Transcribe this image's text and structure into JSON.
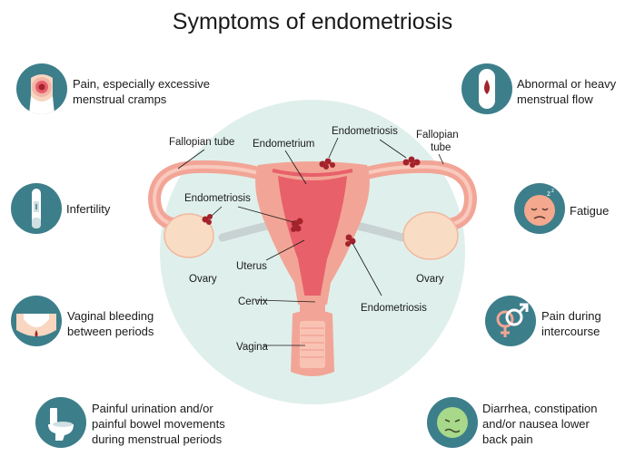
{
  "title": "Symptoms of endometriosis",
  "colors": {
    "icon_background": "#3d7e8b",
    "circle_background": "#dff0ec",
    "organ": "#f2a596",
    "organ_inner": "#e8606a",
    "ovary": "#f8dcc4",
    "lesion": "#a3232b"
  },
  "symptoms": {
    "pain": {
      "icon": "abdomen-pain-icon",
      "lines": [
        "Pain, especially excessive",
        "menstrual cramps"
      ]
    },
    "infertility": {
      "icon": "pregnancy-test-icon",
      "lines": [
        "Infertility"
      ]
    },
    "bleeding": {
      "icon": "pelvis-bleeding-icon",
      "lines": [
        "Vaginal bleeding",
        "between periods"
      ]
    },
    "urination": {
      "icon": "toilet-icon",
      "lines": [
        "Painful urination and/or",
        "painful bowel movements",
        "during menstrual periods"
      ]
    },
    "flow": {
      "icon": "sanitary-pad-icon",
      "lines": [
        "Abnormal or heavy",
        "menstrual flow"
      ]
    },
    "fatigue": {
      "icon": "tired-face-icon",
      "lines": [
        "Fatigue"
      ]
    },
    "intercourse": {
      "icon": "gender-symbols-icon",
      "lines": [
        "Pain during",
        "intercourse"
      ]
    },
    "digestive": {
      "icon": "nauseous-face-icon",
      "lines": [
        "Diarrhea, constipation",
        "and/or nausea lower",
        "back pain"
      ]
    }
  },
  "diagram_labels": {
    "fallopian_left": "Fallopian tube",
    "endometrium": "Endometrium",
    "endometriosis_top": "Endometriosis",
    "fallopian_right_1": "Fallopian",
    "fallopian_right_2": "tube",
    "endometriosis_left": "Endometriosis",
    "ovary_left": "Ovary",
    "uterus": "Uterus",
    "cervix": "Cervix",
    "vagina": "Vagina",
    "ovary_right": "Ovary",
    "endometriosis_right": "Endometriosis"
  }
}
